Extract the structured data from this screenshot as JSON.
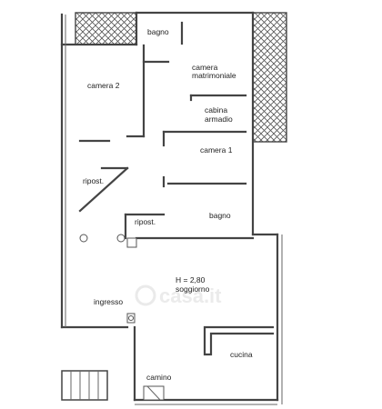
{
  "rooms": {
    "bagno_top": "bagno",
    "camera_matrimoniale_1": "camera",
    "camera_matrimoniale_2": "matrimoniale",
    "camera2": "camera  2",
    "cabina_1": "cabina",
    "cabina_2": "armadio",
    "camera1": "camera  1",
    "ripost_left": "ripost.",
    "ripost_center": "ripost.",
    "bagno_mid": "bagno",
    "height": "H = 2,80",
    "soggiorno": "soggiorno",
    "ingresso": "ingresso",
    "cucina": "cucina",
    "camino": "camino"
  },
  "colors": {
    "wall": "#444444",
    "hatch": "#555555",
    "background": "#ffffff"
  }
}
